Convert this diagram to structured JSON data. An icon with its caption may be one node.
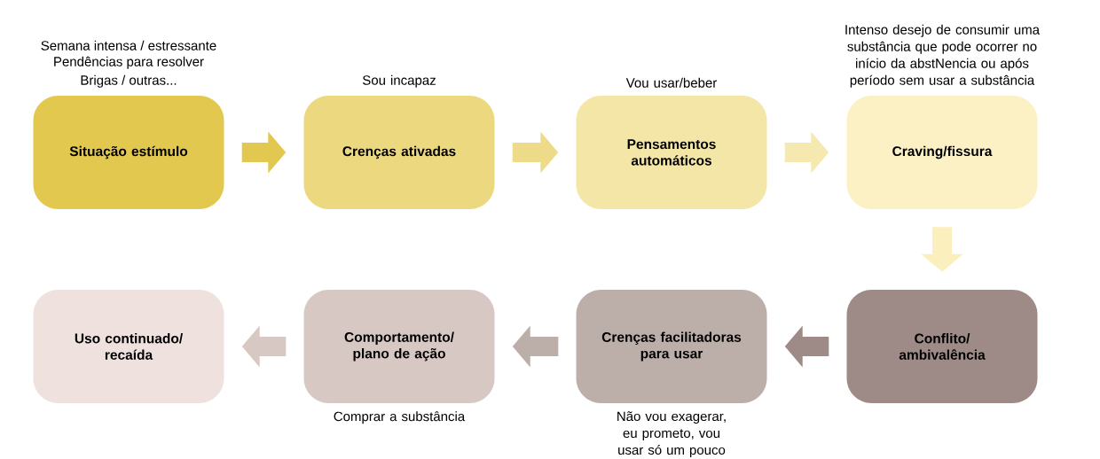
{
  "diagram": {
    "nodes": [
      {
        "text": [
          "Situação estímulo"
        ],
        "beside": [
          "Semana intensa / estressante",
          "Pendências para resolver",
          "Brigas / outras..."
        ]
      },
      {
        "text": [
          "Crenças ativadas"
        ],
        "beside": [
          "Sou incapaz"
        ]
      },
      {
        "text": [
          "Pensamentos automáticos"
        ],
        "beside": [
          "Vou usar/beber"
        ]
      },
      {
        "text": [
          "Craving/fissura"
        ],
        "beside": [
          "Intenso desejo de consumir uma substância que pode ocorrer no início da abstNencia ou após período sem usar a substância"
        ]
      },
      {
        "text": [
          "Conflito/ ambivalência"
        ]
      },
      {
        "text": [
          "Crenças facilitadoras para usar"
        ],
        "beside": [
          "Não vou exagerar, eu prometo, vou usar só um pouco"
        ]
      },
      {
        "text": [
          "Comportamento/ plano de ação"
        ],
        "beside": [
          "Comprar a substância"
        ]
      },
      {
        "text": [
          "Uso continuado/ recaída"
        ]
      }
    ],
    "edges": [
      {
        "from": 0,
        "to": 1,
        "arrow": "to",
        "color": "#e2c850"
      },
      {
        "from": 1,
        "to": 2,
        "arrow": "to",
        "color": "#eedb8a"
      },
      {
        "from": 2,
        "to": 3,
        "arrow": "to",
        "color": "#f5e9b0"
      },
      {
        "from": 3,
        "to": 4,
        "arrow": "to",
        "color": "#fbf0bd"
      },
      {
        "from": 4,
        "to": 5,
        "arrow": "to",
        "color": "#9e8b87"
      },
      {
        "from": 5,
        "to": 6,
        "arrow": "to",
        "color": "#bcaea9"
      },
      {
        "from": 6,
        "to": 7,
        "arrow": "to",
        "color": "#d8c8c3"
      }
    ]
  }
}
